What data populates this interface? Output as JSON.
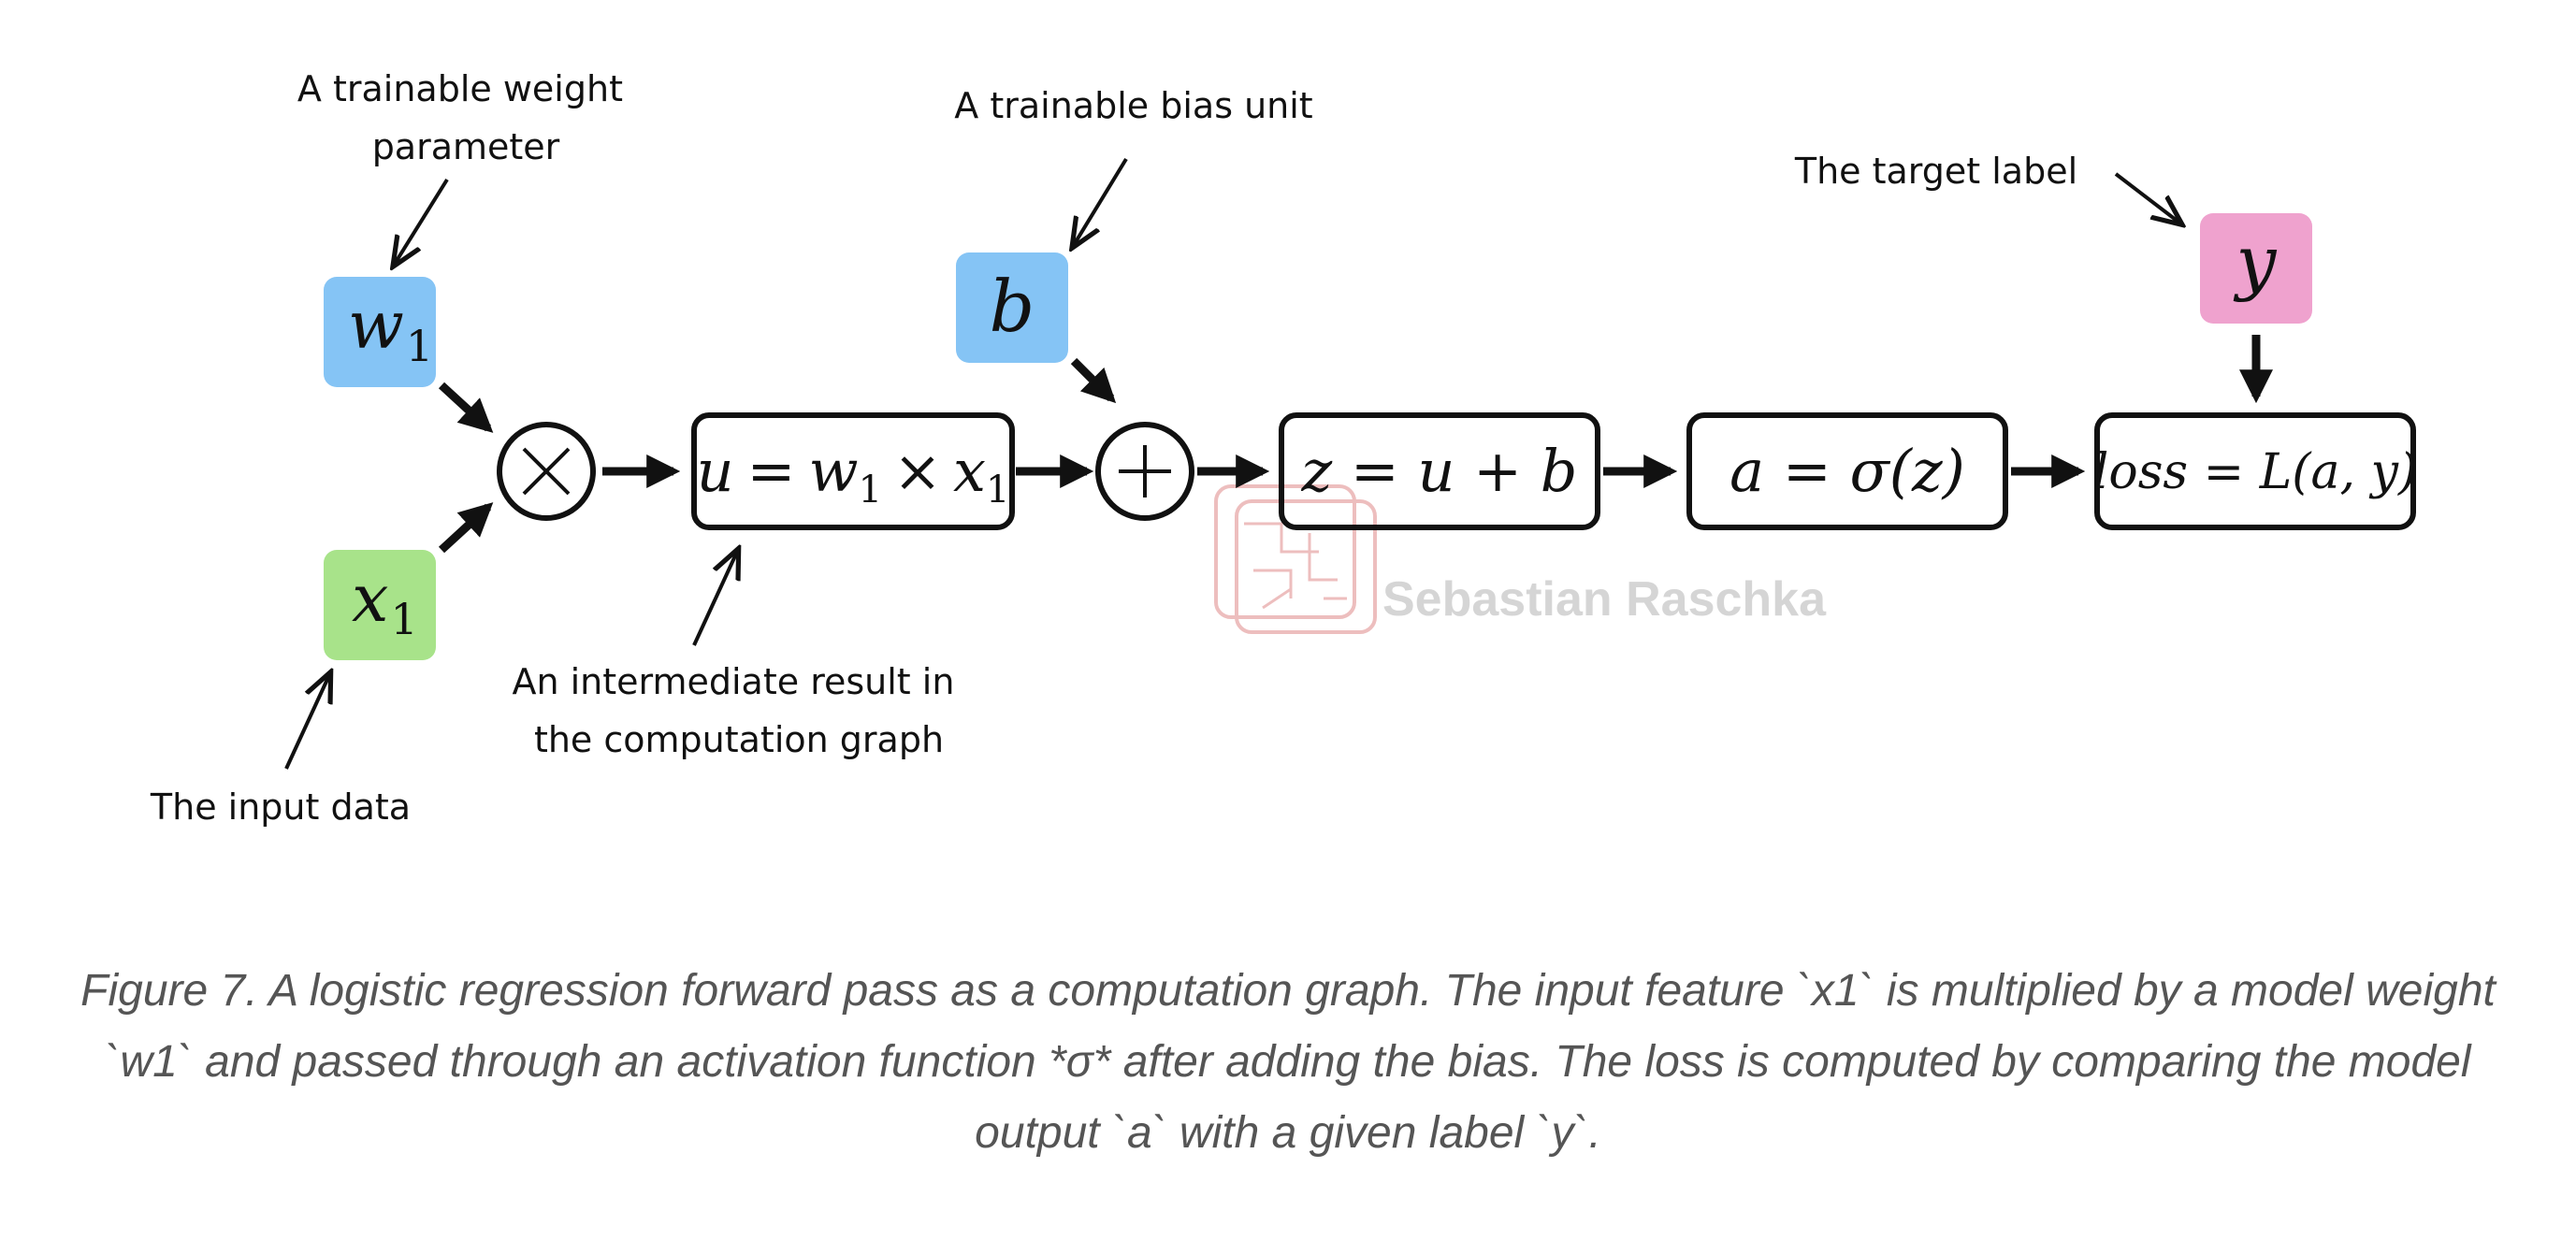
{
  "colors": {
    "weight_node": "#85C4F5",
    "bias_node": "#85C4F5",
    "input_node": "#A8E38A",
    "target_node": "#EFA2CE",
    "ink": "#111111",
    "watermark": "#E8A9A9",
    "caption": "#555555"
  },
  "nodes": {
    "w1": {
      "base": "w",
      "sub": "1"
    },
    "x1": {
      "base": "x",
      "sub": "1"
    },
    "b": {
      "text": "b"
    },
    "y": {
      "text": "y"
    }
  },
  "operators": {
    "multiply": "⊗",
    "add": "⊕"
  },
  "boxes": {
    "u": {
      "lhs": "u",
      "eq": "=",
      "w": "w",
      "w_sub": "1",
      "times": "×",
      "x": "x",
      "x_sub": "1"
    },
    "z": {
      "text": "z = u + b"
    },
    "a": {
      "text": "a = σ(z)"
    },
    "loss": {
      "text": "loss = L(a, y)"
    }
  },
  "annotations": {
    "weight": [
      "A trainable weight",
      "parameter"
    ],
    "bias": "A trainable bias unit",
    "target": "The target label",
    "intermediate": [
      "An intermediate result in",
      "the computation graph"
    ],
    "input": "The input data"
  },
  "watermark": "Sebastian Raschka",
  "caption": "Figure 7. A logistic regression forward pass as a computation graph. The input feature `x1` is multiplied by a model weight `w1` and passed through an activation function *σ* after adding the bias. The loss is computed by comparing the model output `a` with a given label `y`."
}
